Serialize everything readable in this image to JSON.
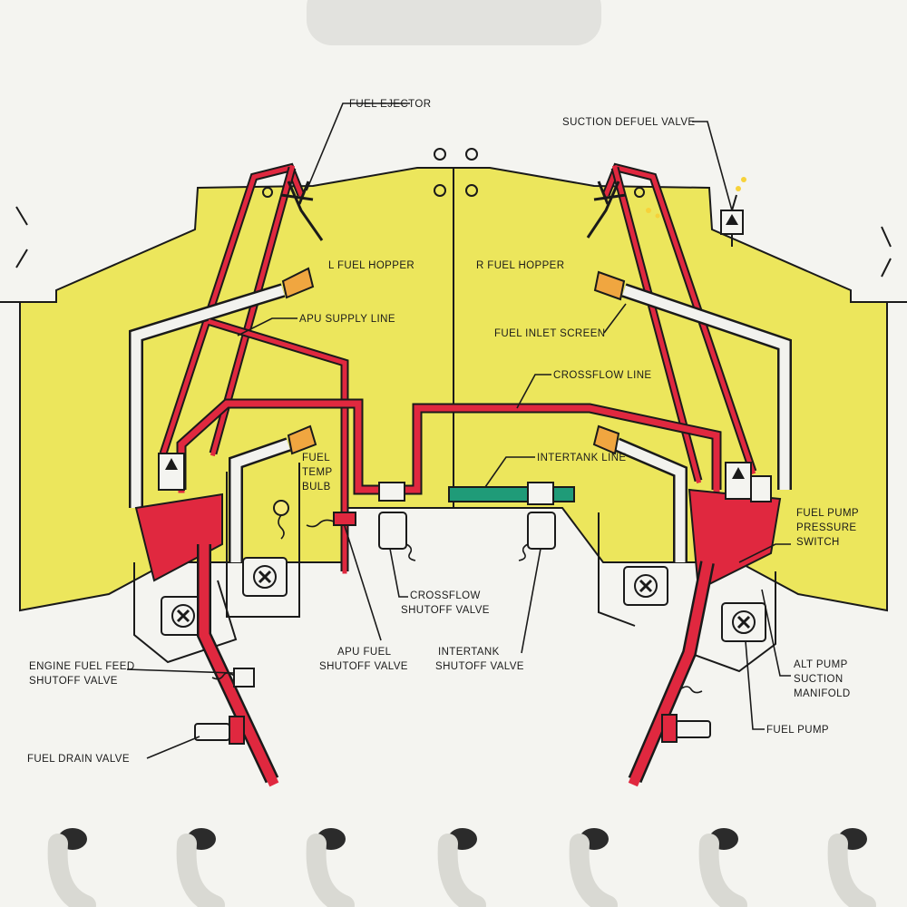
{
  "labels": {
    "fuel_ejector": "FUEL EJECTOR",
    "suction_defuel_valve": "SUCTION DEFUEL VALVE",
    "l_fuel_hopper": "L FUEL HOPPER",
    "r_fuel_hopper": "R FUEL HOPPER",
    "apu_supply_line": "APU SUPPLY LINE",
    "fuel_inlet_screen": "FUEL INLET SCREEN",
    "crossflow_line": "CROSSFLOW LINE",
    "intertank_line": "INTERTANK LINE",
    "fuel_temp_bulb": [
      "FUEL",
      "TEMP",
      "BULB"
    ],
    "fuel_pump_pressure_switch": [
      "FUEL PUMP",
      "PRESSURE",
      "SWITCH"
    ],
    "crossflow_shutoff_valve": [
      "CROSSFLOW",
      "SHUTOFF VALVE"
    ],
    "apu_fuel_shutoff_valve": [
      "APU FUEL",
      "SHUTOFF VALVE"
    ],
    "intertank_shutoff_valve": [
      "INTERTANK",
      "SHUTOFF VALVE"
    ],
    "engine_fuel_feed_shutoff_valve": [
      "ENGINE FUEL FEED",
      "SHUTOFF VALVE"
    ],
    "alt_pump_suction_manifold": [
      "ALT PUMP",
      "SUCTION",
      "MANIFOLD"
    ],
    "fuel_pump": "FUEL PUMP",
    "fuel_drain_valve": "FUEL DRAIN VALVE"
  },
  "colors": {
    "hopper_yellow": "#ece65c",
    "fuel_red": "#e0283f",
    "intertank_green": "#1f9b78",
    "paper": "#f4f4f0",
    "ink": "#1a1a1a"
  }
}
